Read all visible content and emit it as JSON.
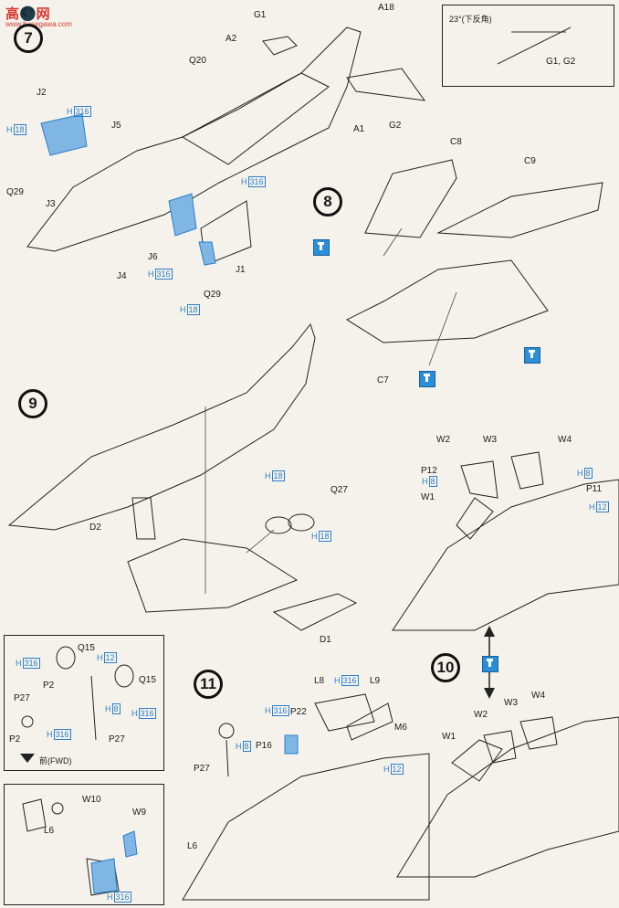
{
  "watermark": {
    "title": "高🌑网",
    "subtitle": "www.hasegawa.com"
  },
  "steps": {
    "s7": "7",
    "s8": "8",
    "s9": "9",
    "s10": "10",
    "s11": "11"
  },
  "callout": {
    "angle": "23°(下反角)",
    "parts": "G1, G2"
  },
  "labels": {
    "G1": "G1",
    "A18": "A18",
    "A2": "A2",
    "Q20": "Q20",
    "A1": "A1",
    "G2": "G2",
    "J2": "J2",
    "J5": "J5",
    "Q29a": "Q29",
    "J3": "J3",
    "J6": "J6",
    "J4": "J4",
    "J1": "J1",
    "Q29b": "Q29",
    "C8": "C8",
    "C9": "C9",
    "C7": "C7",
    "Q27": "Q27",
    "D2": "D2",
    "D1": "D1",
    "W2a": "W2",
    "W3a": "W3",
    "W4a": "W4",
    "P12": "P12",
    "W1a": "W1",
    "P11": "P11",
    "Q15a": "Q15",
    "Q15b": "Q15",
    "P2a": "P2",
    "P27a": "P27",
    "P2b": "P2",
    "P27b": "P27",
    "fwd": "前(FWD)",
    "L8": "L8",
    "L9": "L9",
    "P22": "P22",
    "P16": "P16",
    "P27c": "P27",
    "M6": "M6",
    "L6a": "L6",
    "W10": "W10",
    "W9": "W9",
    "L6b": "L6",
    "W1b": "W1",
    "W2b": "W2",
    "W3b": "W3",
    "W4b": "W4"
  },
  "hcodes": {
    "h316": "316",
    "h18": "18",
    "h12": "12",
    "h8": "8"
  },
  "colors": {
    "accent": "#2a7fc9",
    "part_fill": "#7fb6e3",
    "line": "#222222"
  }
}
